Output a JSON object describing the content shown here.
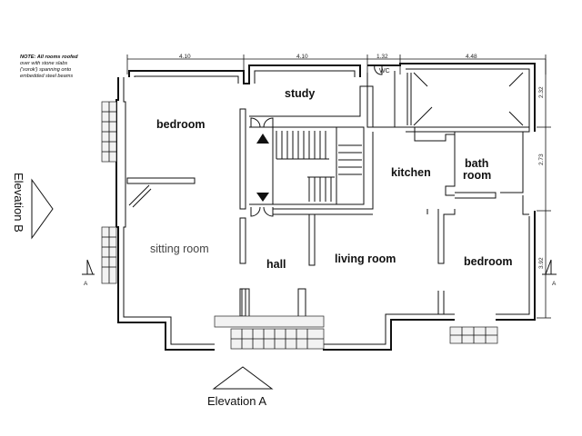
{
  "note": {
    "lines": [
      "NOTE: All rooms roofed",
      "over with stone slabs",
      "('xorok') spanning onto",
      "embedded steel beams"
    ]
  },
  "rooms": {
    "study": "study",
    "wc": "WC",
    "bedroom_left": "bedroom",
    "kitchen": "kitchen",
    "bath_line1": "bath",
    "bath_line2": "room",
    "sitting_room": "sitting room",
    "hall": "hall",
    "living_room": "living room",
    "bedroom_right": "bedroom"
  },
  "dimensions": {
    "top_1": "4.10",
    "top_2": "4.10",
    "top_3": "1.32",
    "top_4": "4.48",
    "right_1": "2.32",
    "right_2": "2.73",
    "right_3": "3.92"
  },
  "elevations": {
    "a": "Elevation A",
    "b": "Elevation B"
  },
  "section_marks": {
    "left": "A",
    "right": "A"
  }
}
